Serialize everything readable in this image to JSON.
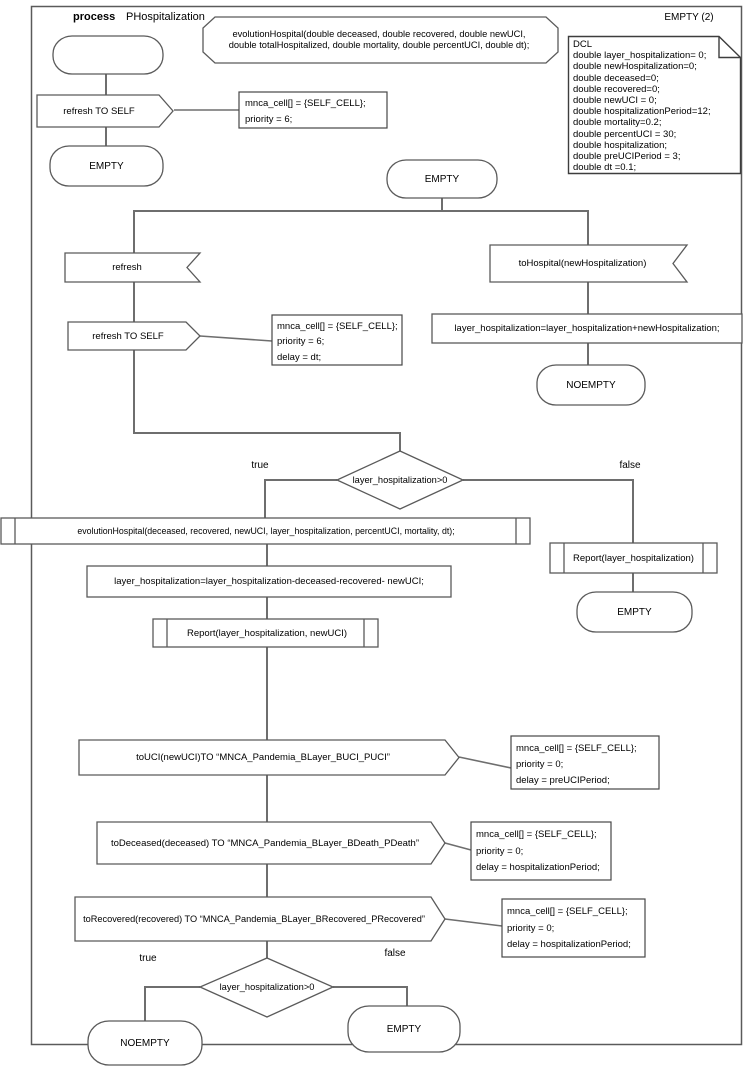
{
  "colors": {
    "background": "#ffffff",
    "connector_line": "#6e6e6e",
    "shape_border": "#5a5a5a",
    "comment_border": "#474747",
    "text": "#000000"
  },
  "header": {
    "process_keyword": "process",
    "process_name": "PHospitalization",
    "page_label": "EMPTY (2)"
  },
  "declarations": {
    "procedure_signature": "evolutionHospital(double deceased, double recovered, double newUCI,\ndouble totalHospitalized, double mortality, double percentUCI, double dt);",
    "dcl_lines": [
      "DCL",
      "double layer_hospitalization= 0;",
      "double newHospitalization=0;",
      "double deceased=0;",
      "double recovered=0;",
      "double newUCI = 0;",
      "double hospitalizationPeriod=12;",
      "double mortality=0.2;",
      "double percentUCI = 30;",
      "double hospitalization;",
      "double preUCIPeriod = 3;",
      "double dt =0.1;"
    ]
  },
  "nodes": {
    "output_refresh_self_start": "refresh TO SELF",
    "comment_refresh_start": "mnca_cell[] = {SELF_CELL};\npriority = 6;",
    "state_empty_start": "EMPTY",
    "state_empty_main": "EMPTY",
    "input_refresh": "refresh",
    "output_refresh_self": "refresh TO SELF",
    "comment_refresh": "mnca_cell[] = {SELF_CELL};\npriority = 6;\ndelay = dt;",
    "input_tohospital": "toHospital(newHospitalization)",
    "task_add": "layer_hospitalization=layer_hospitalization+newHospitalization;",
    "state_noempty_right": "NOEMPTY",
    "decision_top": "layer_hospitalization>0",
    "decision_top_true": "true",
    "decision_top_false": "false",
    "call_evolution": "evolutionHospital(deceased, recovered, newUCI, layer_hospitalization, percentUCI, mortality, dt);",
    "task_subtract": "layer_hospitalization=layer_hospitalization-deceased-recovered- newUCI;",
    "call_report_main": "Report(layer_hospitalization, newUCI)",
    "call_report_false": "Report(layer_hospitalization)",
    "state_empty_false": "EMPTY",
    "output_touci": "toUCI(newUCI)TO “MNCA_Pandemia_BLayer_BUCI_PUCI”",
    "comment_touci": "mnca_cell[] = {SELF_CELL};\npriority = 0;\ndelay = preUCIPeriod;",
    "output_todeceased": "toDeceased(deceased) TO “MNCA_Pandemia_BLayer_BDeath_PDeath”",
    "comment_todeceased": "mnca_cell[] = {SELF_CELL};\npriority = 0;\ndelay = hospitalizationPeriod;",
    "output_torecovered": "toRecovered(recovered) TO “MNCA_Pandemia_BLayer_BRecovered_PRecovered”",
    "comment_torecovered": "mnca_cell[] = {SELF_CELL};\npriority = 0;\ndelay = hospitalizationPeriod;",
    "decision_bottom": "layer_hospitalization>0",
    "decision_bottom_true": "true",
    "decision_bottom_false": "false",
    "state_noempty_bottom": "NOEMPTY",
    "state_empty_bottom": "EMPTY"
  }
}
